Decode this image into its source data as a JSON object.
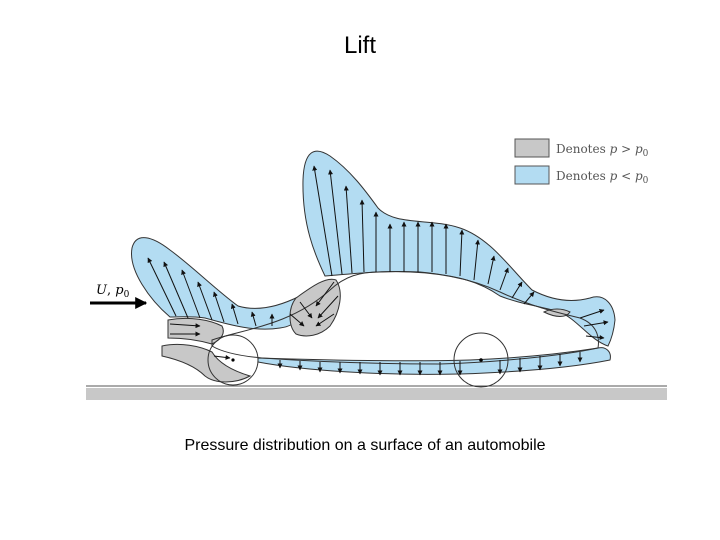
{
  "title": "Lift",
  "caption": "Pressure distribution on a surface of an automobile",
  "legend": {
    "high_prefix": "Denotes ",
    "high_symbol": "p",
    "high_relation": " > ",
    "high_ref": "p",
    "high_ref_sub": "0",
    "low_prefix": "Denotes ",
    "low_symbol": "p",
    "low_relation": " < ",
    "low_ref": "p",
    "low_ref_sub": "0"
  },
  "inflow": {
    "velocity": "U",
    "separator": ", ",
    "pressure": "p",
    "pressure_sub": "0"
  },
  "colors": {
    "high_pressure": "#c8c8c8",
    "low_pressure": "#b3dcf2",
    "outline": "#333333",
    "ground": "#c8c8c8",
    "arrow": "#111111"
  }
}
